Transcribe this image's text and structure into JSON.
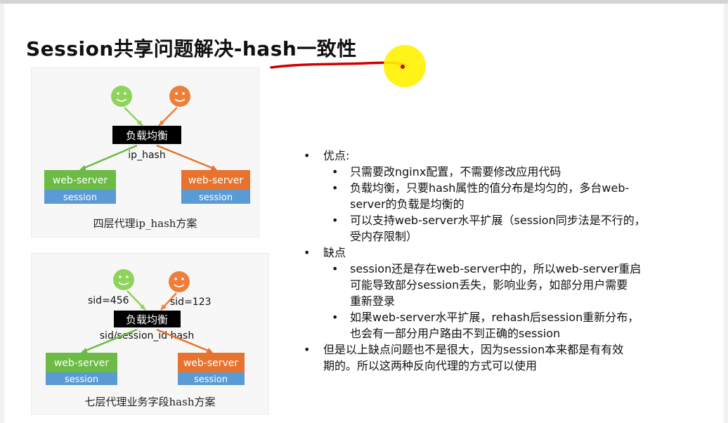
{
  "slide": {
    "title": "Session共享问题解决-hash一致性"
  },
  "diagram_top": {
    "balancer_label": "负载均衡",
    "edge_label": "ip_hash",
    "server_left": "web-server",
    "server_right": "web-server",
    "session_left": "session",
    "session_right": "session",
    "caption": "四层代理ip_hash方案"
  },
  "diagram_bottom": {
    "balancer_label": "负载均衡",
    "sid_left": "sid=456",
    "sid_right": "sid=123",
    "edge_label": "sid/session_id hash",
    "server_left": "web-server",
    "server_right": "web-server",
    "session_left": "session",
    "session_right": "session",
    "caption": "七层代理业务字段hash方案"
  },
  "bullets": {
    "pros_title": "优点:",
    "pros": [
      [
        "只需要改nginx配置，不需要修改应用代码"
      ],
      [
        "负载均衡，只要hash属性的值分布是均匀的，多台web-",
        "server的负载是均衡的"
      ],
      [
        "可以支持web-server水平扩展（session同步法是不行的，",
        "受内存限制）"
      ]
    ],
    "cons_title": "缺点",
    "cons": [
      [
        "session还是存在web-server中的，所以web-server重启",
        "可能导致部分session丢失，影响业务，如部分用户需要",
        "重新登录"
      ],
      [
        "如果web-server水平扩展，rehash后session重新分布，",
        "也会有一部分用户路由不到正确的session"
      ]
    ],
    "conclusion": [
      "但是以上缺点问题也不是很大，因为session本来都是有有效",
      "期的。所以这两种反向代理的方式可以使用"
    ]
  },
  "colors": {
    "green_face": "#8cd45a",
    "orange_face": "#ee7f3a",
    "server_green": "#6cbb45",
    "server_orange": "#e8732e",
    "session_blue": "#5b9bd5",
    "balancer_bg": "#000000",
    "underline": "#d10000",
    "pointer": "#fff200"
  }
}
